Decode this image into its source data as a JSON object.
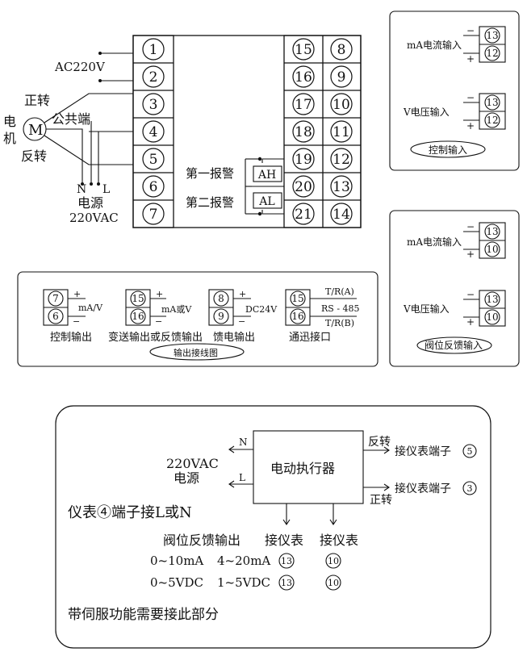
{
  "main_terminals": {
    "left": [
      "1",
      "2",
      "3",
      "4",
      "5",
      "6",
      "7"
    ],
    "mid": [
      "15",
      "16",
      "17",
      "18",
      "19",
      "20",
      "21"
    ],
    "right": [
      "8",
      "9",
      "10",
      "11",
      "12",
      "13",
      "14"
    ]
  },
  "power": {
    "ac": "AC220V",
    "n": "N",
    "l": "L",
    "source": "电源",
    "voltage": "220VAC"
  },
  "motor": {
    "symbol": "M",
    "label_1": "电",
    "label_2": "机",
    "forward": "正转",
    "common": "公共端",
    "reverse": "反转"
  },
  "alarms": {
    "first": "第一报警",
    "first_code": "AH",
    "second": "第二报警",
    "second_code": "AL"
  },
  "control_input": {
    "ma_label": "mA电流输入",
    "v_label": "V电压输入",
    "terminals": [
      "13",
      "12"
    ],
    "plus": "+",
    "minus": "−",
    "caption": "控制输入"
  },
  "valve_feedback": {
    "ma_label": "mA电流输入",
    "v_label": "V电压输入",
    "terminals": [
      "13",
      "10"
    ],
    "plus": "+",
    "minus": "−",
    "caption": "阀位反馈输入"
  },
  "outputs": {
    "caption": "输出接线图",
    "groups": [
      {
        "terminals": [
          "7",
          "6"
        ],
        "signal": "mA/V",
        "label": "控制输出"
      },
      {
        "terminals": [
          "15",
          "16"
        ],
        "signal": "mA或V",
        "label": "变送输出或反馈输出"
      },
      {
        "terminals": [
          "8",
          "9"
        ],
        "signal": "DC24V",
        "label": "馈电输出"
      },
      {
        "terminals": [
          "15",
          "16"
        ],
        "signal": "RS - 485",
        "label": "通迅接口",
        "tr_a": "T/R(A)",
        "tr_b": "T/R(B)"
      }
    ],
    "plus": "+",
    "minus": "−"
  },
  "actuator": {
    "box": "电动执行器",
    "power_voltage": "220VAC",
    "power_label": "电源",
    "n": "N",
    "l": "L",
    "reverse": "反转",
    "forward": "正转",
    "to_terminal_5": "接仪表端子",
    "t5": "5",
    "to_terminal_3": "接仪表端子",
    "t3": "3",
    "note_n_l": "仪表④端子接L或N",
    "fb_title": "阀位反馈输出",
    "col1": "接仪表",
    "col2": "接仪表",
    "rows": [
      {
        "a": "0~10mA",
        "b": "4~20mA",
        "c1": "13",
        "c2": "10"
      },
      {
        "a": "0~5VDC",
        "b": "1~5VDC",
        "c1": "13",
        "c2": "10"
      }
    ],
    "servo_note": "带伺服功能需要接此部分"
  }
}
